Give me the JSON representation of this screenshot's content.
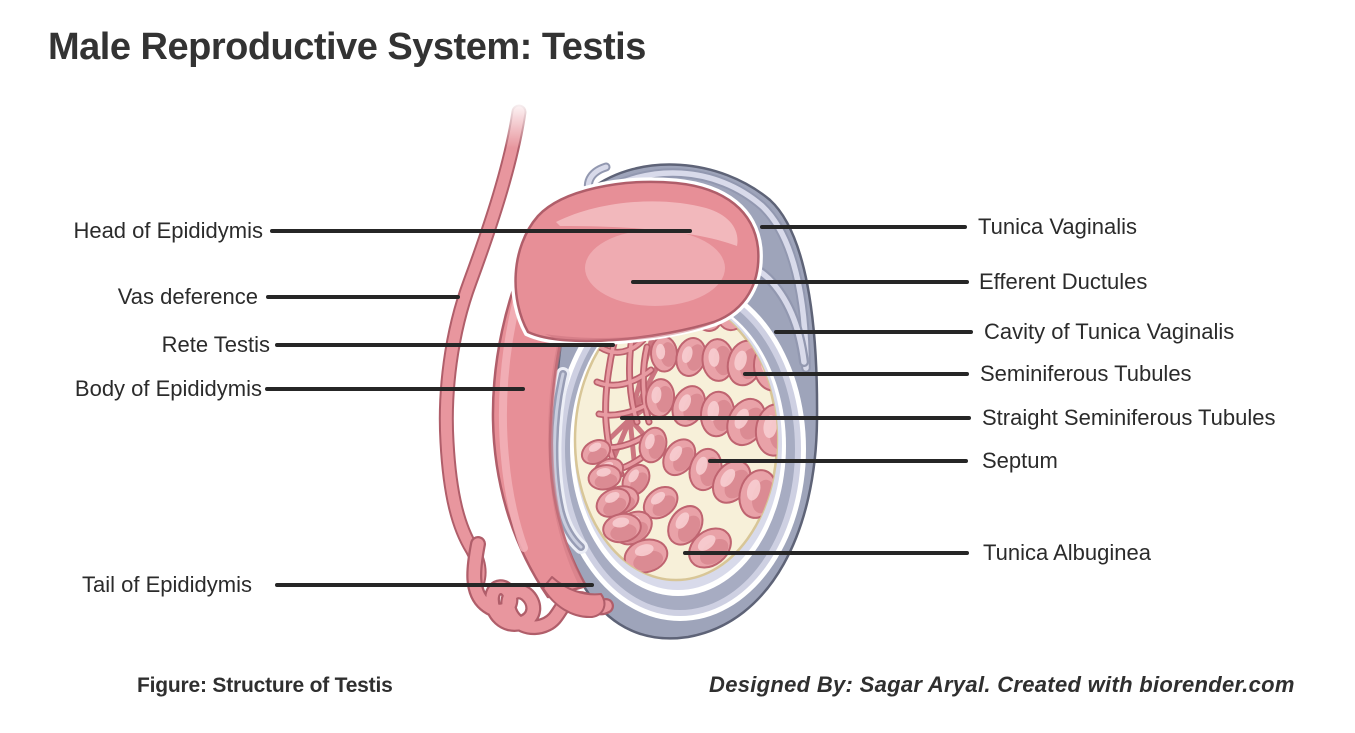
{
  "title": "Male Reproductive System: Testis",
  "caption": {
    "figure": "Figure: Structure of Testis",
    "credit": "Designed By: Sagar Aryal. Created with biorender.com"
  },
  "labels_left": [
    "Head of Epididymis",
    "Vas deference",
    "Rete Testis",
    "Body of Epididymis",
    "Tail of Epididymis"
  ],
  "labels_right": [
    "Tunica Vaginalis",
    "Efferent Ductules",
    "Cavity of Tunica Vaginalis",
    "Seminiferous Tubules",
    "Straight Seminiferous Tubules",
    "Septum",
    "Tunica Albuginea"
  ],
  "colors": {
    "background": "#ffffff",
    "title_text": "#333333",
    "label_text": "#2b2b2b",
    "leader_line": "#262626",
    "epididymis_pink": "#e78f97",
    "epididymis_outline": "#b05e6a",
    "tubule_pink": "#e9a2a8",
    "tubule_outline": "#bf6470",
    "interior_cream": "#f7f0d9",
    "cream_edge": "#d8c697",
    "tunica_gray": "#9ea4ba",
    "cavity_gray": "#a7acc2",
    "lavender": "#d8daea",
    "shell_outline": "#5e6377"
  }
}
